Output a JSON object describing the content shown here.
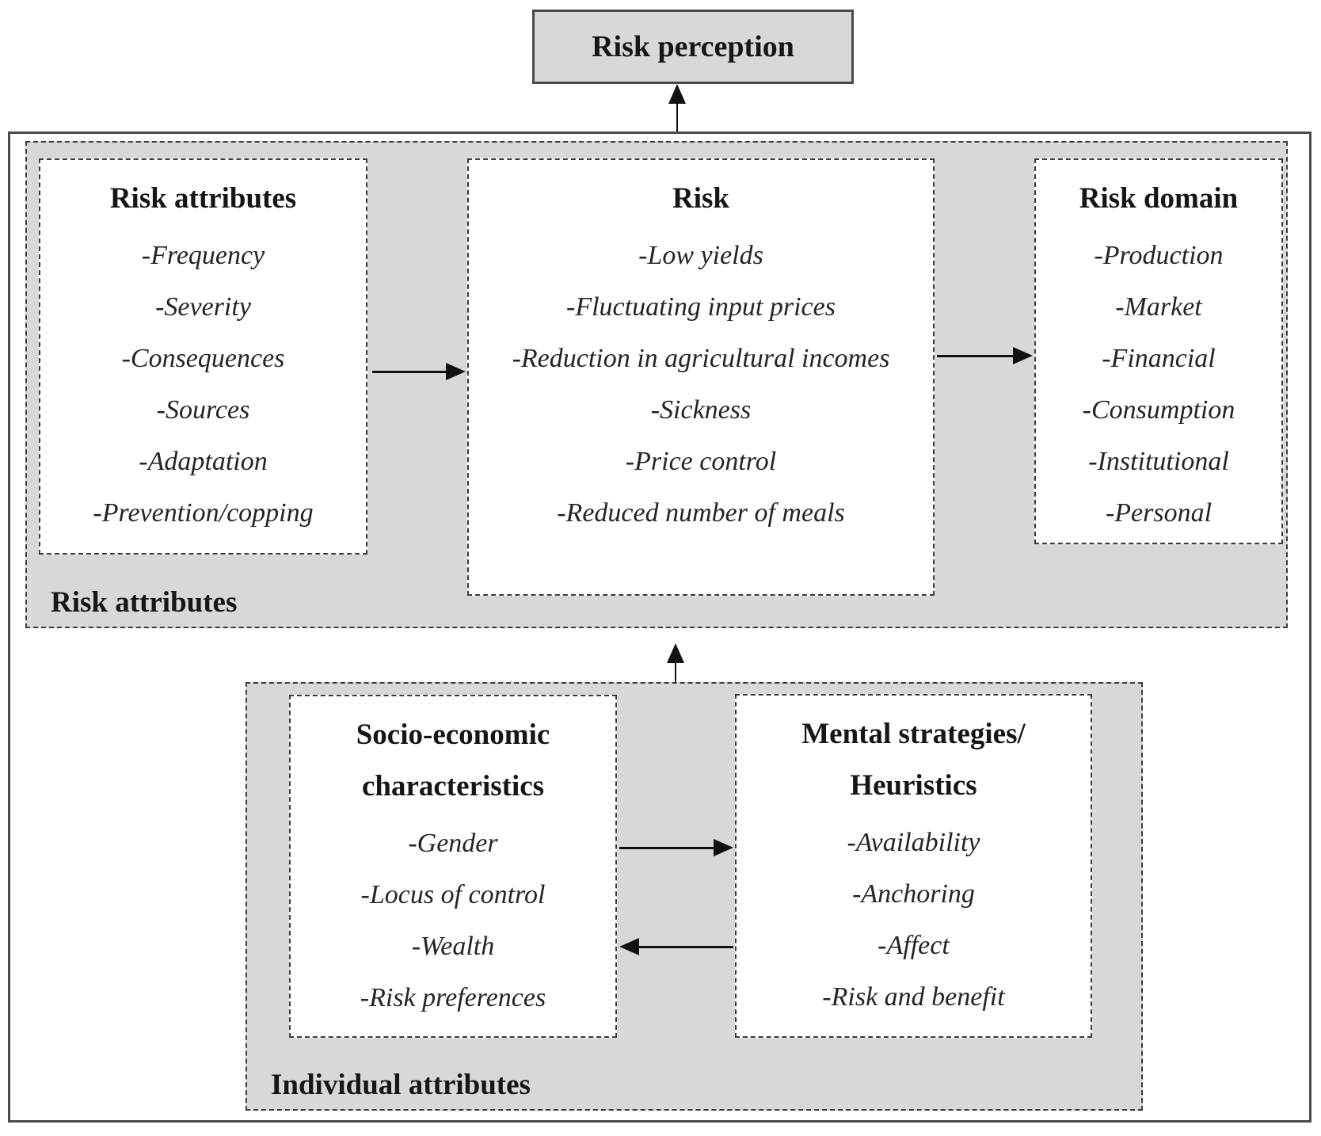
{
  "colors": {
    "region_fill": "#d8d8d8",
    "box_fill": "#ffffff",
    "dash_border": "#3c3c3c",
    "solid_border": "#4a4a4a",
    "text": "#161616"
  },
  "risk_perception": {
    "label": "Risk perception"
  },
  "upper_region": {
    "label": "Risk attributes",
    "risk_attributes": {
      "title": "Risk attributes",
      "items": [
        "-Frequency",
        "-Severity",
        "-Consequences",
        "-Sources",
        "-Adaptation",
        "-Prevention/copping"
      ]
    },
    "risk": {
      "title": "Risk",
      "items": [
        "-Low yields",
        "-Fluctuating input prices",
        "-Reduction in agricultural incomes",
        "-Sickness",
        "-Price control",
        "-Reduced number of meals"
      ]
    },
    "risk_domain": {
      "title": "Risk domain",
      "items": [
        "-Production",
        "-Market",
        "-Financial",
        "-Consumption",
        "-Institutional",
        "-Personal"
      ]
    }
  },
  "lower_region": {
    "label": "Individual attributes",
    "socio_economic": {
      "title": "Socio-economic characteristics",
      "items": [
        "-Gender",
        "-Locus of control",
        "-Wealth",
        "-Risk preferences"
      ]
    },
    "mental_strategies": {
      "title": "Mental strategies/ Heuristics",
      "items": [
        "-Availability",
        "-Anchoring",
        "-Affect",
        "-Risk and benefit"
      ]
    }
  }
}
